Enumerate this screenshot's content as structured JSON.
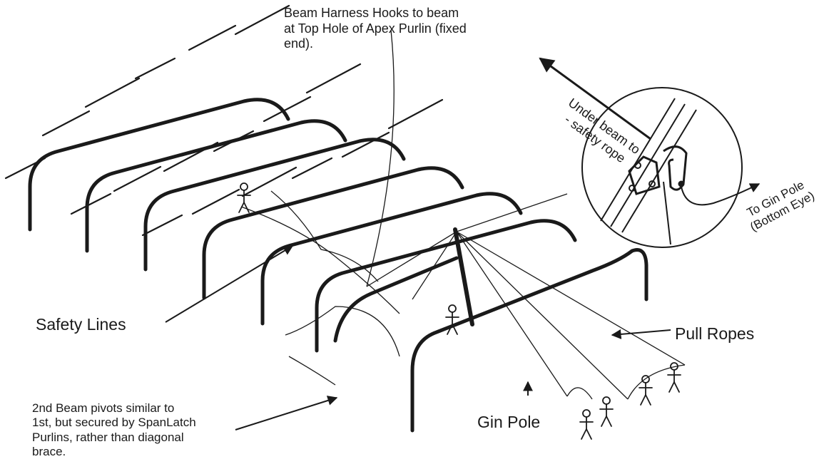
{
  "labels": {
    "top_note": [
      "Beam Harness Hooks to beam",
      "at Top Hole of Apex Purlin (fixed",
      "end)."
    ],
    "under_beam": [
      "Under beam to",
      "- safety rope"
    ],
    "to_gin_pole": [
      "To Gin Pole",
      "(Bottom Eye)"
    ],
    "safety_lines": "Safety Lines",
    "pull_ropes": "Pull Ropes",
    "gin_pole": "Gin Pole",
    "bottom_note": [
      "2nd Beam pivots similar to",
      "1st, but secured by SpanLatch",
      "Purlins, rather than diagonal",
      "brace."
    ]
  },
  "colors": {
    "ink": "#1a1a1a",
    "background": "#ffffff"
  }
}
